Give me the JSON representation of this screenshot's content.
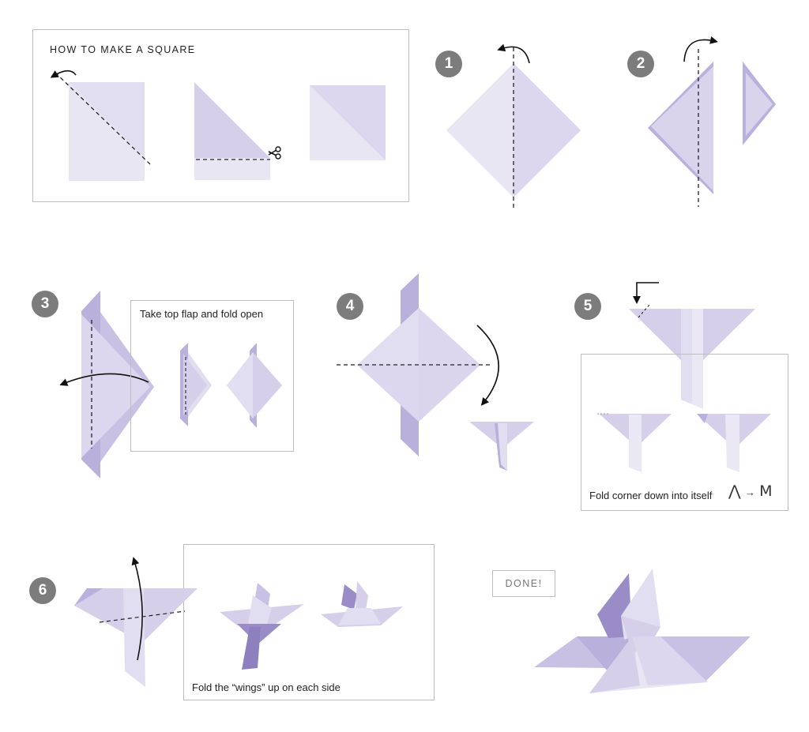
{
  "colors": {
    "paper_light": "#e9e6f4",
    "paper_mid": "#d9d4ec",
    "paper_dark": "#b9b0db",
    "paper_deep": "#9a8cc7",
    "badge": "#7c7c7c",
    "border": "#bdbdbd"
  },
  "square_section": {
    "title": "HOW TO MAKE A SQUARE"
  },
  "steps": [
    {
      "number": "1"
    },
    {
      "number": "2"
    },
    {
      "number": "3",
      "caption": "Take top flap and fold open"
    },
    {
      "number": "4"
    },
    {
      "number": "5",
      "caption": "Fold corner down into itself",
      "symbol_a": "⋀",
      "symbol_arrow": "→",
      "symbol_b": "M"
    },
    {
      "number": "6",
      "caption": "Fold the “wings” up on each side"
    }
  ],
  "done": {
    "label": "DONE!"
  },
  "icons": [
    "scissors-icon",
    "curved-arrow-icon",
    "corner-arrow-icon"
  ]
}
